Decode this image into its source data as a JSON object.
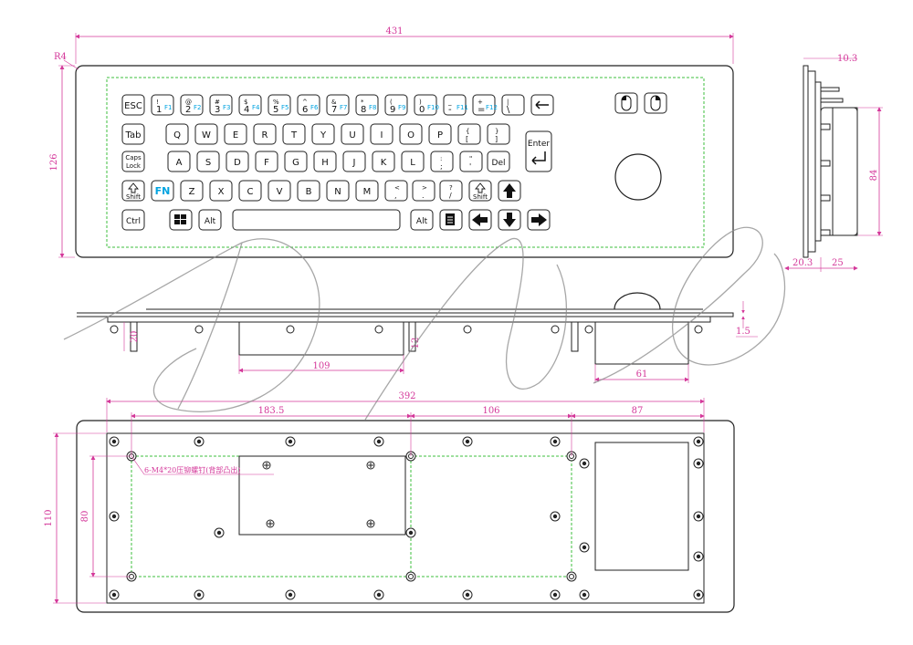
{
  "dimensions": {
    "overall_width": "431",
    "corner_radius": "R4",
    "overall_height": "126",
    "side_top_offset": "10.3",
    "side_height": "84",
    "side_bottom_left": "20.3",
    "side_bottom_right": "25",
    "section_key_height": "20",
    "section_module_width": "109",
    "section_small_height": "12",
    "section_thickness": "1.5",
    "section_trackball_width": "61",
    "bottom_span_total": "392",
    "bottom_span_left": "183.5",
    "bottom_span_mid": "106",
    "bottom_span_right": "87",
    "bottom_height": "110",
    "bottom_inner_height": "80",
    "stud_note": "6-M4*20压铆螺钉(背部凸出)"
  },
  "keyboard": {
    "row1": [
      {
        "top": "!",
        "bottom": "1",
        "fk": "F1"
      },
      {
        "top": "@",
        "bottom": "2",
        "fk": "F2"
      },
      {
        "top": "#",
        "bottom": "3",
        "fk": "F3"
      },
      {
        "top": "$",
        "bottom": "4",
        "fk": "F4"
      },
      {
        "top": "%",
        "bottom": "5",
        "fk": "F5"
      },
      {
        "top": "^",
        "bottom": "6",
        "fk": "F6"
      },
      {
        "top": "&",
        "bottom": "7",
        "fk": "F7"
      },
      {
        "top": "*",
        "bottom": "8",
        "fk": "F8"
      },
      {
        "top": "(",
        "bottom": "9",
        "fk": "F9"
      },
      {
        "top": ")",
        "bottom": "0",
        "fk": "F10"
      },
      {
        "top": "_",
        "bottom": "-",
        "fk": "F11"
      },
      {
        "top": "+",
        "bottom": "=",
        "fk": "F12"
      },
      {
        "top": "|",
        "bottom": "\\",
        "fk": ""
      }
    ],
    "row2": [
      "Q",
      "W",
      "E",
      "R",
      "T",
      "Y",
      "U",
      "I",
      "O",
      "P"
    ],
    "row2_brackets": [
      {
        "top": "{",
        "bottom": "["
      },
      {
        "top": "}",
        "bottom": "]"
      }
    ],
    "row3": [
      "A",
      "S",
      "D",
      "F",
      "G",
      "H",
      "J",
      "K",
      "L"
    ],
    "row3_punct": [
      {
        "top": ":",
        "bottom": ";"
      },
      {
        "top": "\"",
        "bottom": "'"
      }
    ],
    "row4": [
      "Z",
      "X",
      "C",
      "V",
      "B",
      "N",
      "M"
    ],
    "row4_punct": [
      {
        "top": "<",
        "bottom": ","
      },
      {
        "top": ">",
        "bottom": "."
      },
      {
        "top": "?",
        "bottom": "/"
      }
    ],
    "esc": "ESC",
    "tab": "Tab",
    "caps1": "Caps",
    "caps2": "Lock",
    "shift": "Shift",
    "fn": "FN",
    "ctrl": "Ctrl",
    "alt": "Alt",
    "del": "Del",
    "enter": "Enter"
  },
  "icons": [
    "backspace-arrow-icon",
    "enter-arrow-icon",
    "up-arrow-icon",
    "left-arrow-icon",
    "down-arrow-icon",
    "right-arrow-icon",
    "windows-logo-icon",
    "menu-key-icon",
    "left-mouse-button-icon",
    "right-mouse-button-icon",
    "trackball-icon"
  ],
  "colors": {
    "line": "#222222",
    "dimension": "#d4389a",
    "guide": "#3cbf3c",
    "function_text": "#00a3e0",
    "watermark": "#888888"
  }
}
